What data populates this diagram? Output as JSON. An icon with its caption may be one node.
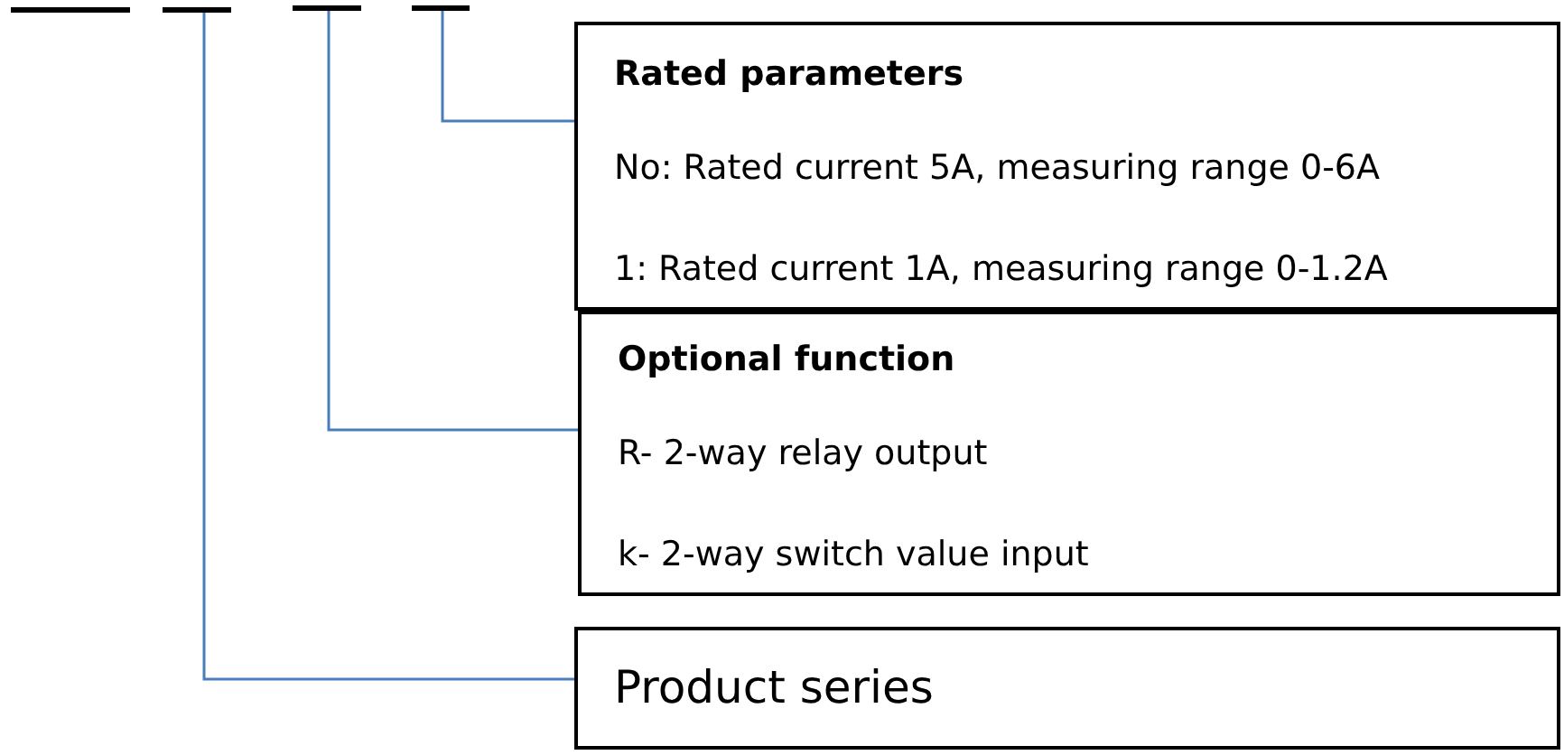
{
  "diagram": {
    "nodes": [
      {
        "text": [],
        "shape": "bar"
      },
      {
        "text": [],
        "shape": "bar"
      },
      {
        "text": [],
        "shape": "bar"
      },
      {
        "text": [],
        "shape": "bar"
      },
      {
        "text": [
          "Rated parameters",
          "No: Rated current 5A, measuring range 0-6A",
          "1: Rated current 1A, measuring range 0-1.2A"
        ]
      },
      {
        "text": [
          "Optional function",
          "R- 2-way relay output",
          "k- 2-way switch value input"
        ]
      },
      {
        "text": [
          "Product series"
        ]
      }
    ],
    "edges": [
      {
        "from": 3,
        "to": 4,
        "arrow": "none"
      },
      {
        "from": 2,
        "to": 5,
        "arrow": "none"
      },
      {
        "from": 1,
        "to": 6,
        "arrow": "none"
      }
    ]
  }
}
